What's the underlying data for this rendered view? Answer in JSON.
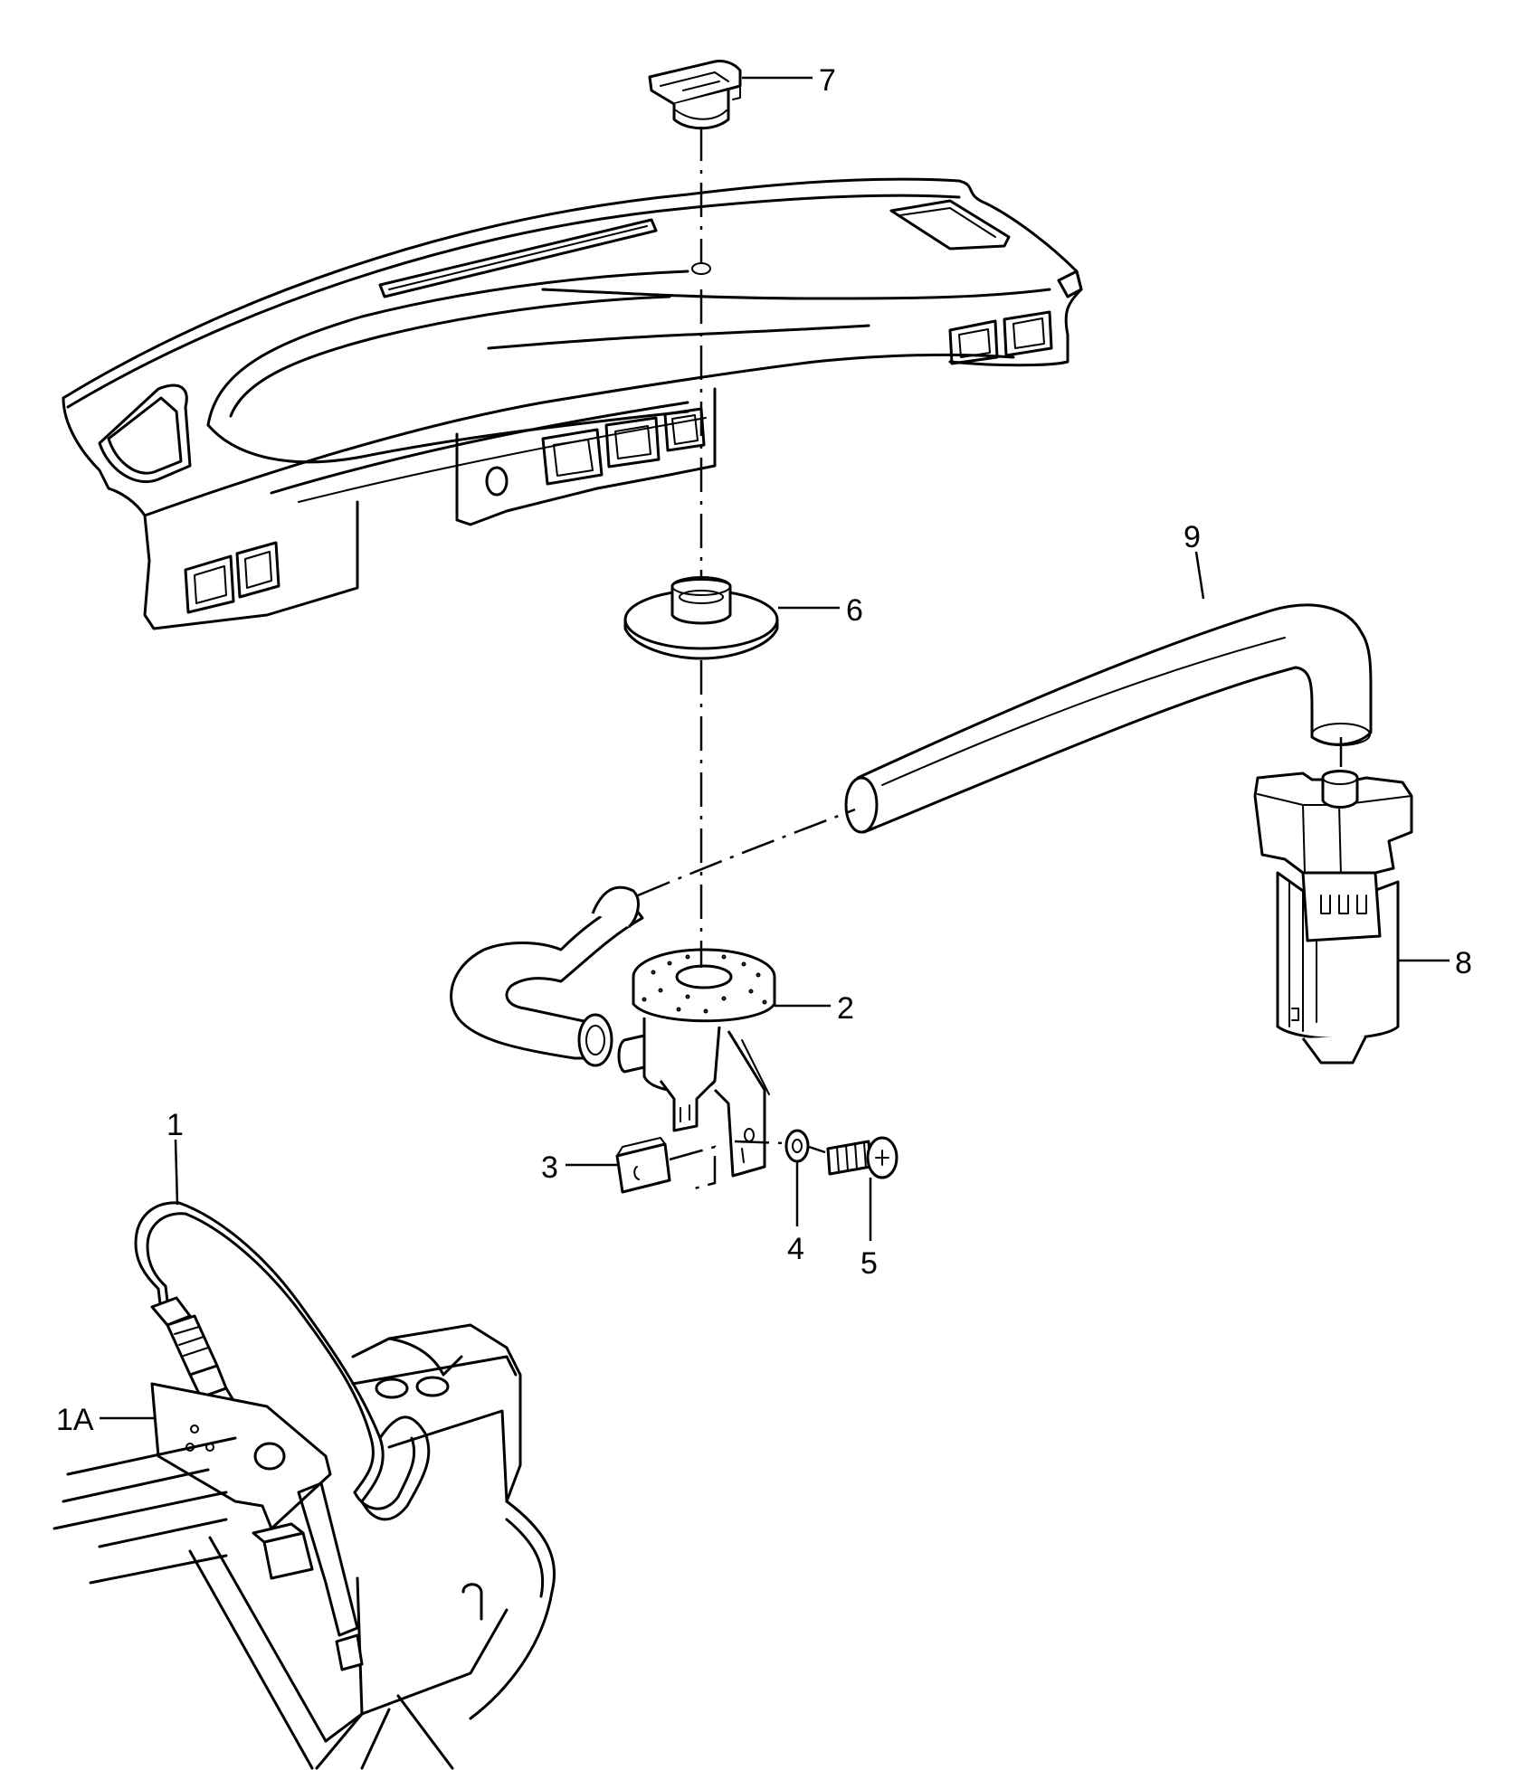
{
  "callouts": {
    "c1": "1",
    "c1a": "1A",
    "c2": "2",
    "c3": "3",
    "c4": "4",
    "c5": "5",
    "c6": "6",
    "c7": "7",
    "c8": "8",
    "c9": "9"
  },
  "icons": {
    "dashboard": "dashboard-panel-drawing",
    "cap": "cap-plug-drawing",
    "grommet": "grommet-washer-drawing",
    "hose": "hose-drawing",
    "valve": "valve-with-bracket-drawing",
    "clip": "clip-nut-drawing",
    "washer": "washer-drawing",
    "screw": "screw-drawing",
    "pump": "electric-pump-drawing",
    "sensor": "sensor-with-cable-drawing",
    "bracket": "sensor-bracket-drawing"
  }
}
